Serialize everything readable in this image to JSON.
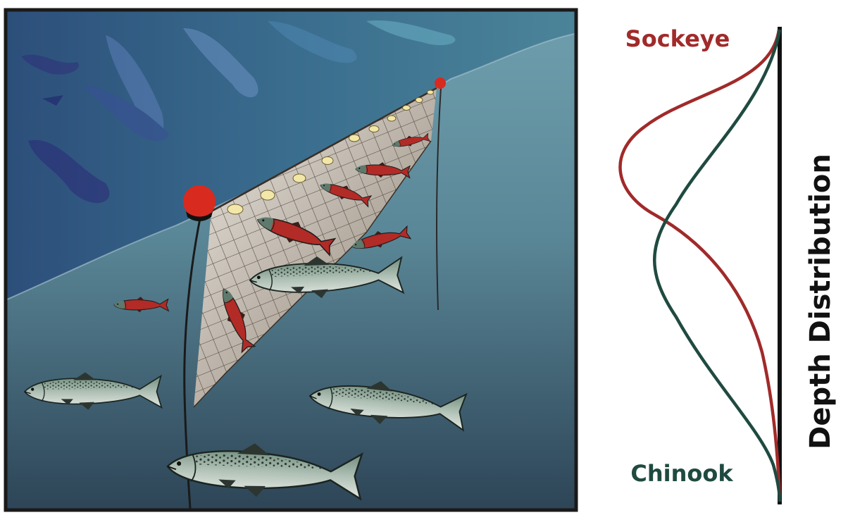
{
  "diagram": {
    "species_top": "Sockeye",
    "species_bottom": "Chinook",
    "axis_label": "Depth Distribution"
  },
  "colors": {
    "sockeye": "#a12a2a",
    "chinook": "#1f4a40",
    "axis": "#111111",
    "water_deep": "#2f4a5c",
    "buoy": "#d82a1e",
    "float": "#f2e6a8"
  },
  "icons": {
    "large_buoy": "red-buoy-icon",
    "small_buoy": "red-buoy-icon",
    "floats": "cork-float-icon",
    "net": "gillnet-icon",
    "sockeye_fish": "sockeye-salmon-icon",
    "chinook_fish": "chinook-salmon-icon"
  }
}
